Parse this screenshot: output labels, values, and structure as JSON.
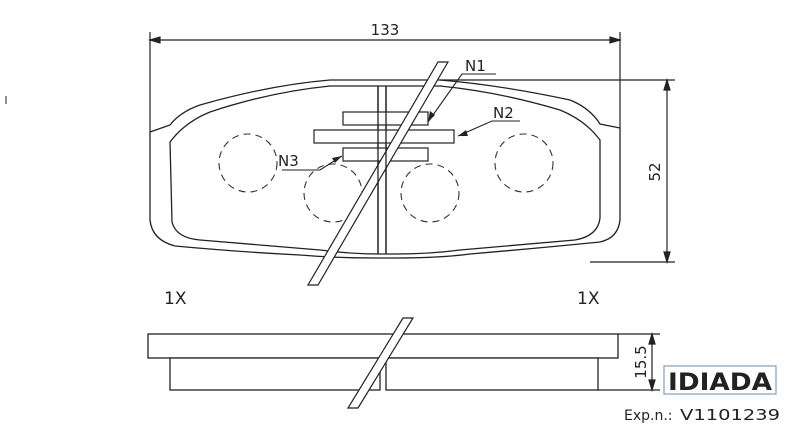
{
  "dimensions": {
    "width": "133",
    "height": "52",
    "thickness": "15.5"
  },
  "labels": {
    "n1": "N1",
    "n2": "N2",
    "n3": "N3"
  },
  "quantities": {
    "left": "1X",
    "right": "1X"
  },
  "stamp": {
    "brand": "IDIADA",
    "code_prefix": "Exp.n.:",
    "code": "V1101239"
  },
  "colors": {
    "line": "#222222",
    "dash": "#333333",
    "stamp": "#7f9fc6"
  }
}
